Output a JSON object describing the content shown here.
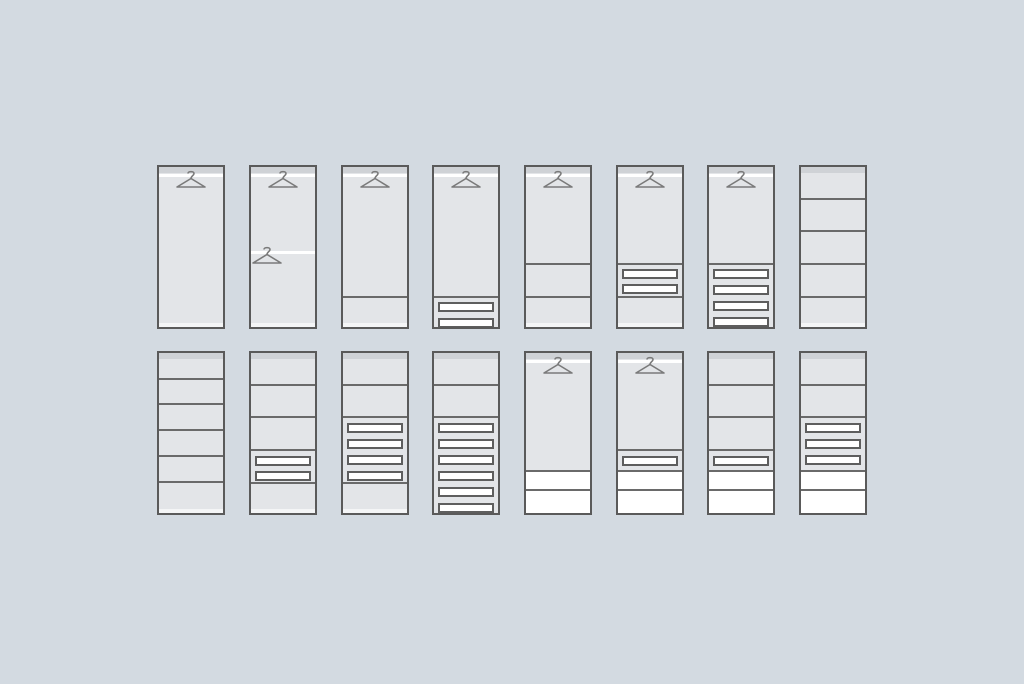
{
  "palette": {
    "background": "#d3dae1",
    "panel": "#e3e5e8",
    "outline": "#5a5a5a",
    "drawer_fill": "#ffffff",
    "hanger_stroke": "#7a7a7a"
  },
  "row1": [
    {
      "name": "unit-long-hang"
    },
    {
      "name": "unit-double-hang"
    },
    {
      "name": "unit-hang-over-shelf"
    },
    {
      "name": "unit-hang-over-2-drawers"
    },
    {
      "name": "unit-hang-over-2-shelves"
    },
    {
      "name": "unit-hang-over-drawers-and-shelf"
    },
    {
      "name": "unit-hang-over-4-drawers"
    },
    {
      "name": "unit-5-shelves"
    }
  ],
  "row2": [
    {
      "name": "unit-6-shelves"
    },
    {
      "name": "unit-shelves-over-2-drawers"
    },
    {
      "name": "unit-shelves-over-4-drawers"
    },
    {
      "name": "unit-shelves-over-6-drawers"
    },
    {
      "name": "unit-hang-over-2-white-shelves"
    },
    {
      "name": "unit-hang-over-drawer-and-white-shelves"
    },
    {
      "name": "unit-shelves-drawer-white-shelves"
    },
    {
      "name": "unit-shelves-3-drawers-white-shelves"
    }
  ]
}
